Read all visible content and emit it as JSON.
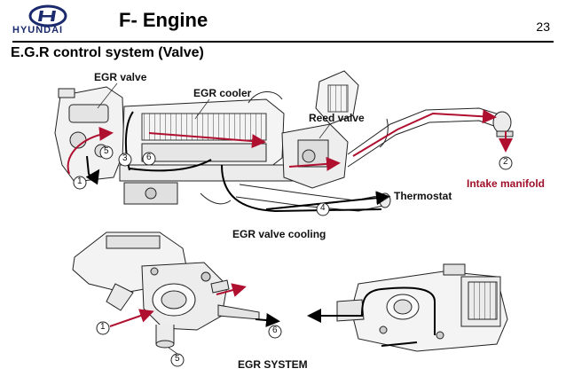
{
  "header": {
    "logo_text": "HYUNDAI",
    "title": "F- Engine",
    "page_number": "23"
  },
  "subtitle": "E.G.R control system (Valve)",
  "labels": {
    "egr_valve": "EGR valve",
    "egr_cooler": "EGR cooler",
    "reed_valve": "Reed valve",
    "intake_manifold": "Intake manifold",
    "thermostat": "Thermostat",
    "egr_valve_cooling": "EGR valve cooling",
    "egr_system": "EGR SYSTEM"
  },
  "callouts_top": [
    "1",
    "2",
    "3",
    "4",
    "5",
    "6"
  ],
  "callouts_bottom": [
    "1",
    "5",
    "6"
  ],
  "colors": {
    "brand": "#1a2a6c",
    "flow_red": "#b01030",
    "flow_black": "#000000"
  }
}
